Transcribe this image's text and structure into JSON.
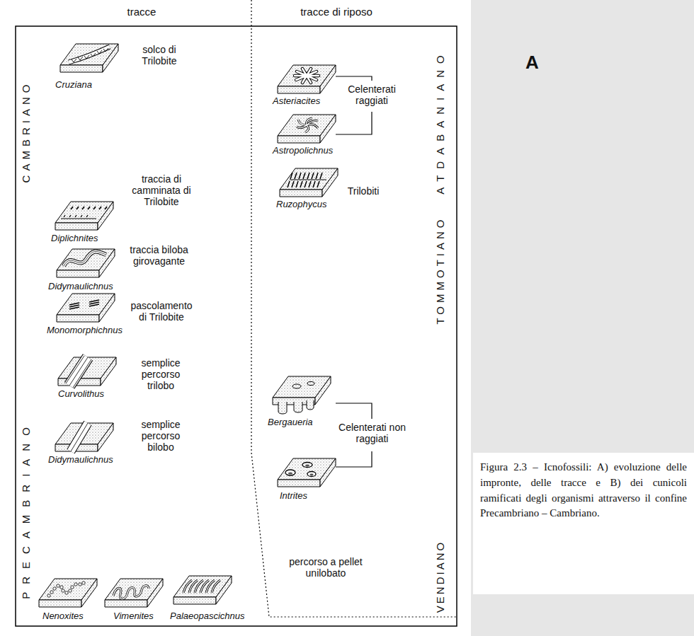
{
  "diagram": {
    "caption": "Figura 2.3 – Icnofossili: A) evoluzione delle impronte, delle tracce e B) dei cunicoli ramificati degli organismi attraverso il confine Precambriano – Cambriano.",
    "labels": [
      "tracce",
      "tracce di riposo",
      "CAMBRIANO",
      "PRECAMBRIANO",
      "ATDABANIANO",
      "TOMMOTIANO",
      "VENDIANO",
      "Cruziana",
      "solco di Trilobite",
      "Diplichnites",
      "traccia di camminata di Trilobite",
      "Didymaulichnus",
      "traccia biloba girovagante",
      "Monomorphichnus",
      "pascolamento di Trilobite",
      "Curvolithus",
      "semplice percorso trilobo",
      "Didymaulichnus",
      "semplice percorso bilobo",
      "Nenoxites",
      "Vimenites",
      "Palaeopascichnus",
      "percorso a pellet unilobato",
      "Asteriacites",
      "Celenterati raggiati",
      "Astropolichnus",
      "Ruzophycus",
      "Trilobiti",
      "Bergaueria",
      "Celenterati non raggiati",
      "Intrites",
      "A"
    ]
  }
}
